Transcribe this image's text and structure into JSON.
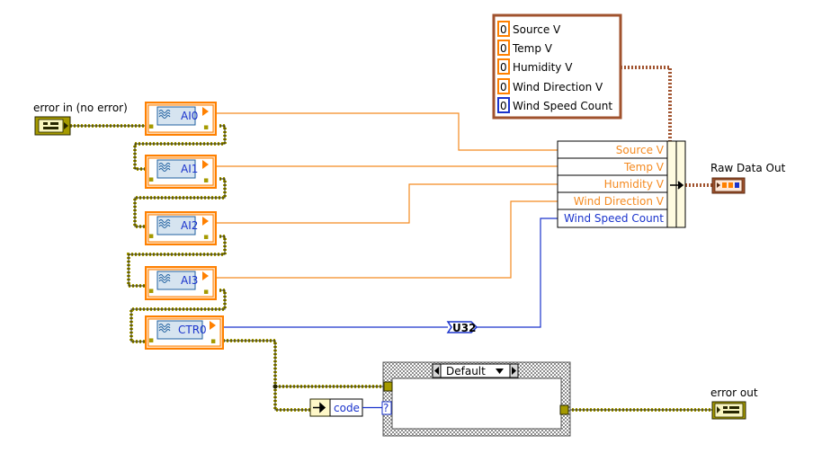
{
  "terminals": {
    "error_in": "error in (no error)",
    "error_out": "error out",
    "raw_data_out": "Raw Data Out"
  },
  "daq_nodes": [
    "AI0",
    "AI1",
    "AI2",
    "AI3",
    "CTR0"
  ],
  "cluster_constant": {
    "items": [
      {
        "value": "0",
        "label": "Source V"
      },
      {
        "value": "0",
        "label": "Temp V"
      },
      {
        "value": "0",
        "label": "Humidity V"
      },
      {
        "value": "0",
        "label": "Wind Direction V"
      },
      {
        "value": "0",
        "label": "Wind Speed Count"
      }
    ]
  },
  "bundle_by_name": {
    "fields": [
      "Source V",
      "Temp V",
      "Humidity V",
      "Wind Direction V",
      "Wind Speed Count"
    ]
  },
  "conversion": "U32",
  "case_structure": {
    "selector": "Default",
    "unbundle_label": "code",
    "selector_terminal": "?"
  },
  "colors": {
    "dbl_wire": "#f48a20",
    "int_wire": "#1a33cc",
    "error_wire": "#a59a00",
    "error_wire_dark": "#262600",
    "node_border": "#ff8000",
    "cluster_border": "#a0522d"
  },
  "icons": {
    "daq": "daq-read-icon",
    "error_terminal": "error-cluster-icon",
    "raw_data_terminal": "cluster-indicator-icon",
    "unbundle": "unbundle-by-name-icon"
  }
}
